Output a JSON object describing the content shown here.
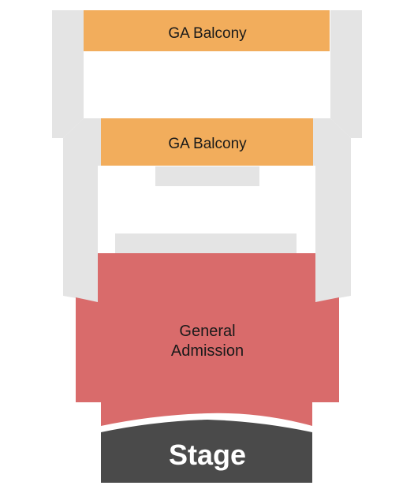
{
  "sections": {
    "balcony_upper": {
      "label": "GA Balcony",
      "color": "#f2ad5c"
    },
    "balcony_lower": {
      "label": "GA Balcony",
      "color": "#f2ad5c"
    },
    "general_admission": {
      "label_line1": "General",
      "label_line2": "Admission",
      "color": "#d96b6b"
    },
    "stage": {
      "label": "Stage",
      "color": "#4a4a4a"
    }
  },
  "structure_color": "#e4e4e4"
}
